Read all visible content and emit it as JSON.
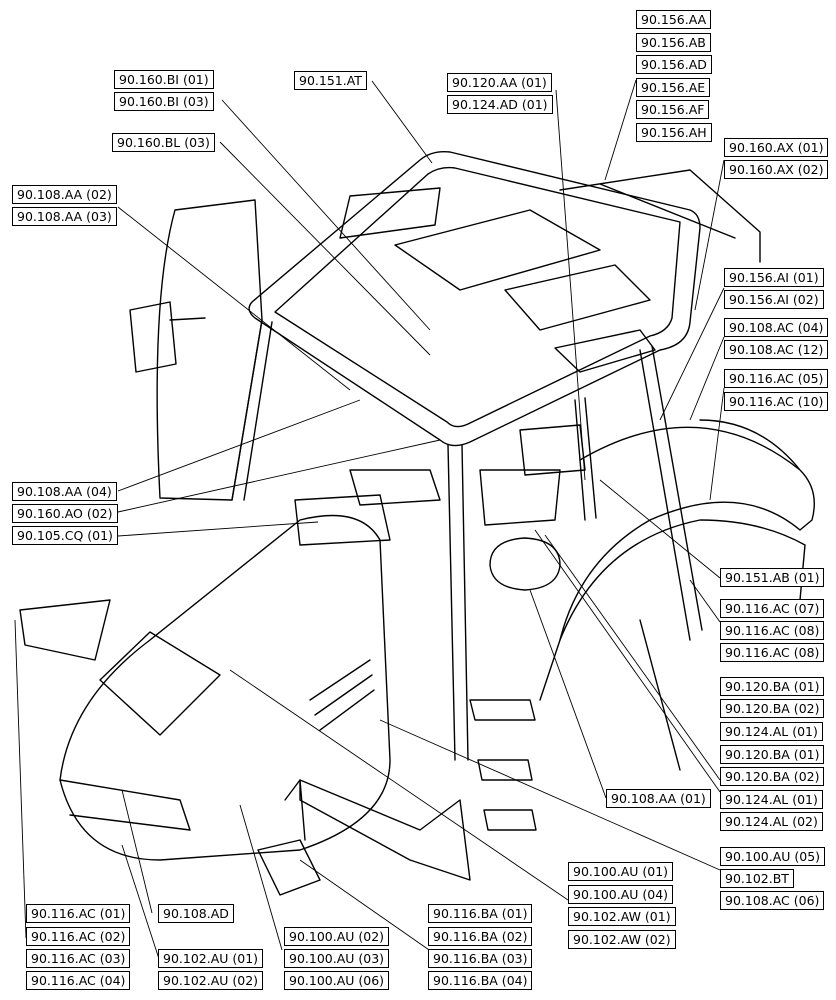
{
  "callouts": [
    {
      "id": "l01",
      "text": "90.156.AA"
    },
    {
      "id": "l02",
      "text": "90.156.AB"
    },
    {
      "id": "l03",
      "text": "90.156.AD"
    },
    {
      "id": "l04",
      "text": "90.156.AE"
    },
    {
      "id": "l05",
      "text": "90.156.AF"
    },
    {
      "id": "l06",
      "text": "90.156.AH"
    },
    {
      "id": "l07",
      "text": "90.160.BI (01)"
    },
    {
      "id": "l08",
      "text": "90.160.BI (03)"
    },
    {
      "id": "l09",
      "text": "90.151.AT"
    },
    {
      "id": "l10",
      "text": "90.120.AA (01)"
    },
    {
      "id": "l11",
      "text": "90.124.AD (01)"
    },
    {
      "id": "l12",
      "text": "90.160.BL (03)"
    },
    {
      "id": "l13",
      "text": "90.160.AX (01)"
    },
    {
      "id": "l14",
      "text": "90.160.AX (02)"
    },
    {
      "id": "l15",
      "text": "90.108.AA (02)"
    },
    {
      "id": "l16",
      "text": "90.108.AA (03)"
    },
    {
      "id": "l17",
      "text": "90.156.AI (01)"
    },
    {
      "id": "l18",
      "text": "90.156.AI (02)"
    },
    {
      "id": "l19",
      "text": "90.108.AC (04)"
    },
    {
      "id": "l20",
      "text": "90.108.AC (12)"
    },
    {
      "id": "l21",
      "text": "90.116.AC (05)"
    },
    {
      "id": "l22",
      "text": "90.116.AC (10)"
    },
    {
      "id": "l23",
      "text": "90.108.AA (04)"
    },
    {
      "id": "l24",
      "text": "90.160.AO (02)"
    },
    {
      "id": "l25",
      "text": "90.105.CQ (01)"
    },
    {
      "id": "l26",
      "text": "90.151.AB (01)"
    },
    {
      "id": "l27",
      "text": "90.116.AC (07)"
    },
    {
      "id": "l28",
      "text": "90.116.AC (08)"
    },
    {
      "id": "l29",
      "text": "90.116.AC (08)"
    },
    {
      "id": "l30",
      "text": "90.120.BA (01)"
    },
    {
      "id": "l31",
      "text": "90.120.BA (02)"
    },
    {
      "id": "l32",
      "text": "90.124.AL (01)"
    },
    {
      "id": "l33",
      "text": "90.120.BA (01)"
    },
    {
      "id": "l34",
      "text": "90.120.BA (02)"
    },
    {
      "id": "l35",
      "text": "90.124.AL (01)"
    },
    {
      "id": "l36",
      "text": "90.124.AL (02)"
    },
    {
      "id": "l37",
      "text": "90.108.AA (01)"
    },
    {
      "id": "l38",
      "text": "90.100.AU (05)"
    },
    {
      "id": "l39",
      "text": "90.102.BT"
    },
    {
      "id": "l40",
      "text": "90.108.AC (06)"
    },
    {
      "id": "l41",
      "text": "90.100.AU (01)"
    },
    {
      "id": "l42",
      "text": "90.100.AU (04)"
    },
    {
      "id": "l43",
      "text": "90.102.AW (01)"
    },
    {
      "id": "l44",
      "text": "90.102.AW (02)"
    },
    {
      "id": "l45",
      "text": "90.108.AD"
    },
    {
      "id": "l46",
      "text": "90.116.BA (01)"
    },
    {
      "id": "l47",
      "text": "90.116.BA (02)"
    },
    {
      "id": "l48",
      "text": "90.116.BA (03)"
    },
    {
      "id": "l49",
      "text": "90.116.BA (04)"
    },
    {
      "id": "l50",
      "text": "90.100.AU (02)"
    },
    {
      "id": "l51",
      "text": "90.100.AU (03)"
    },
    {
      "id": "l52",
      "text": "90.100.AU (06)"
    },
    {
      "id": "l53",
      "text": "90.102.AU (01)"
    },
    {
      "id": "l54",
      "text": "90.102.AU (02)"
    },
    {
      "id": "l55",
      "text": "90.116.AC (01)"
    },
    {
      "id": "l56",
      "text": "90.116.AC (02)"
    },
    {
      "id": "l57",
      "text": "90.116.AC (03)"
    },
    {
      "id": "l58",
      "text": "90.116.AC (04)"
    }
  ]
}
